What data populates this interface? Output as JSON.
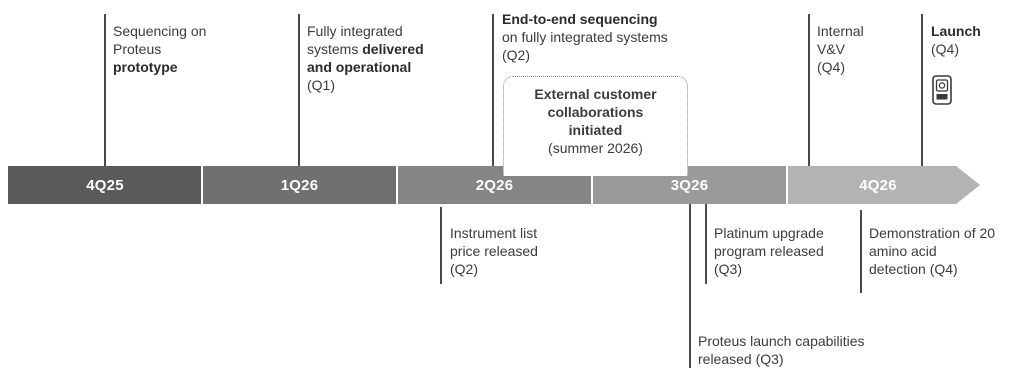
{
  "timeline": {
    "segments": [
      {
        "label": "4Q25",
        "color": "#5a5a5a"
      },
      {
        "label": "1Q26",
        "color": "#707070"
      },
      {
        "label": "2Q26",
        "color": "#858585"
      },
      {
        "label": "3Q26",
        "color": "#9a9a9a"
      },
      {
        "label": "4Q26",
        "color": "#b3b3b3"
      }
    ]
  },
  "milestones_above": [
    {
      "lines": [
        "Sequencing on",
        "Proteus",
        "prototype"
      ],
      "bold_line": 2
    },
    {
      "lines": [
        "Fully integrated",
        "systems delivered",
        "and operational",
        "(Q1)"
      ]
    },
    {
      "lines": [
        "End-to-end sequencing",
        "on fully integrated systems",
        "(Q2)"
      ]
    },
    {
      "lines": [
        "Internal",
        "V&V",
        "(Q4)"
      ]
    },
    {
      "lines": [
        "Launch",
        "(Q4)"
      ],
      "bold_line": 0
    }
  ],
  "emphasis": {
    "delivered": "delivered",
    "systems_prefix": "systems ",
    "and_operational": "and operational"
  },
  "external_box": {
    "lines": [
      "External customer",
      "collaborations",
      "initiated",
      "(summer 2026)"
    ]
  },
  "milestones_below": [
    {
      "lines": [
        "Instrument list",
        "price released",
        "(Q2)"
      ]
    },
    {
      "lines": [
        "Platinum upgrade",
        "program released",
        "(Q3)"
      ]
    },
    {
      "lines": [
        "Demonstration of 20",
        "amino acid",
        "detection (Q4)"
      ]
    },
    {
      "lines": [
        "Proteus launch capabilities",
        "released (Q3)"
      ]
    }
  ],
  "icons": {
    "launch_device": "instrument-device-icon"
  }
}
